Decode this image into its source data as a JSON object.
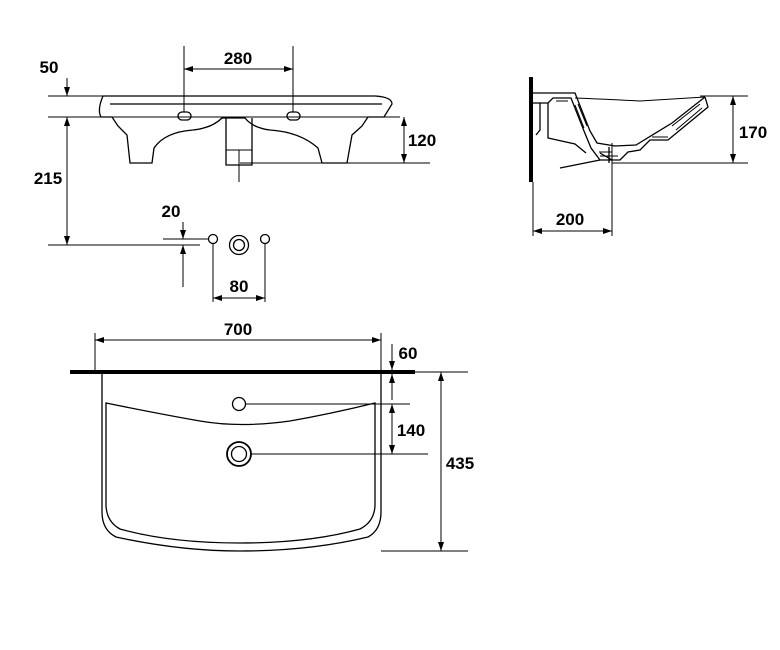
{
  "dimensions": {
    "top_depth": "50",
    "tap_spacing": "280",
    "height_total": "215",
    "bowl_height": "120",
    "pipe_offset": "20",
    "pipe_spacing": "80",
    "side_height": "170",
    "side_depth": "200",
    "width": "700",
    "wall_gap": "60",
    "tap_to_drain": "140",
    "depth": "435"
  }
}
